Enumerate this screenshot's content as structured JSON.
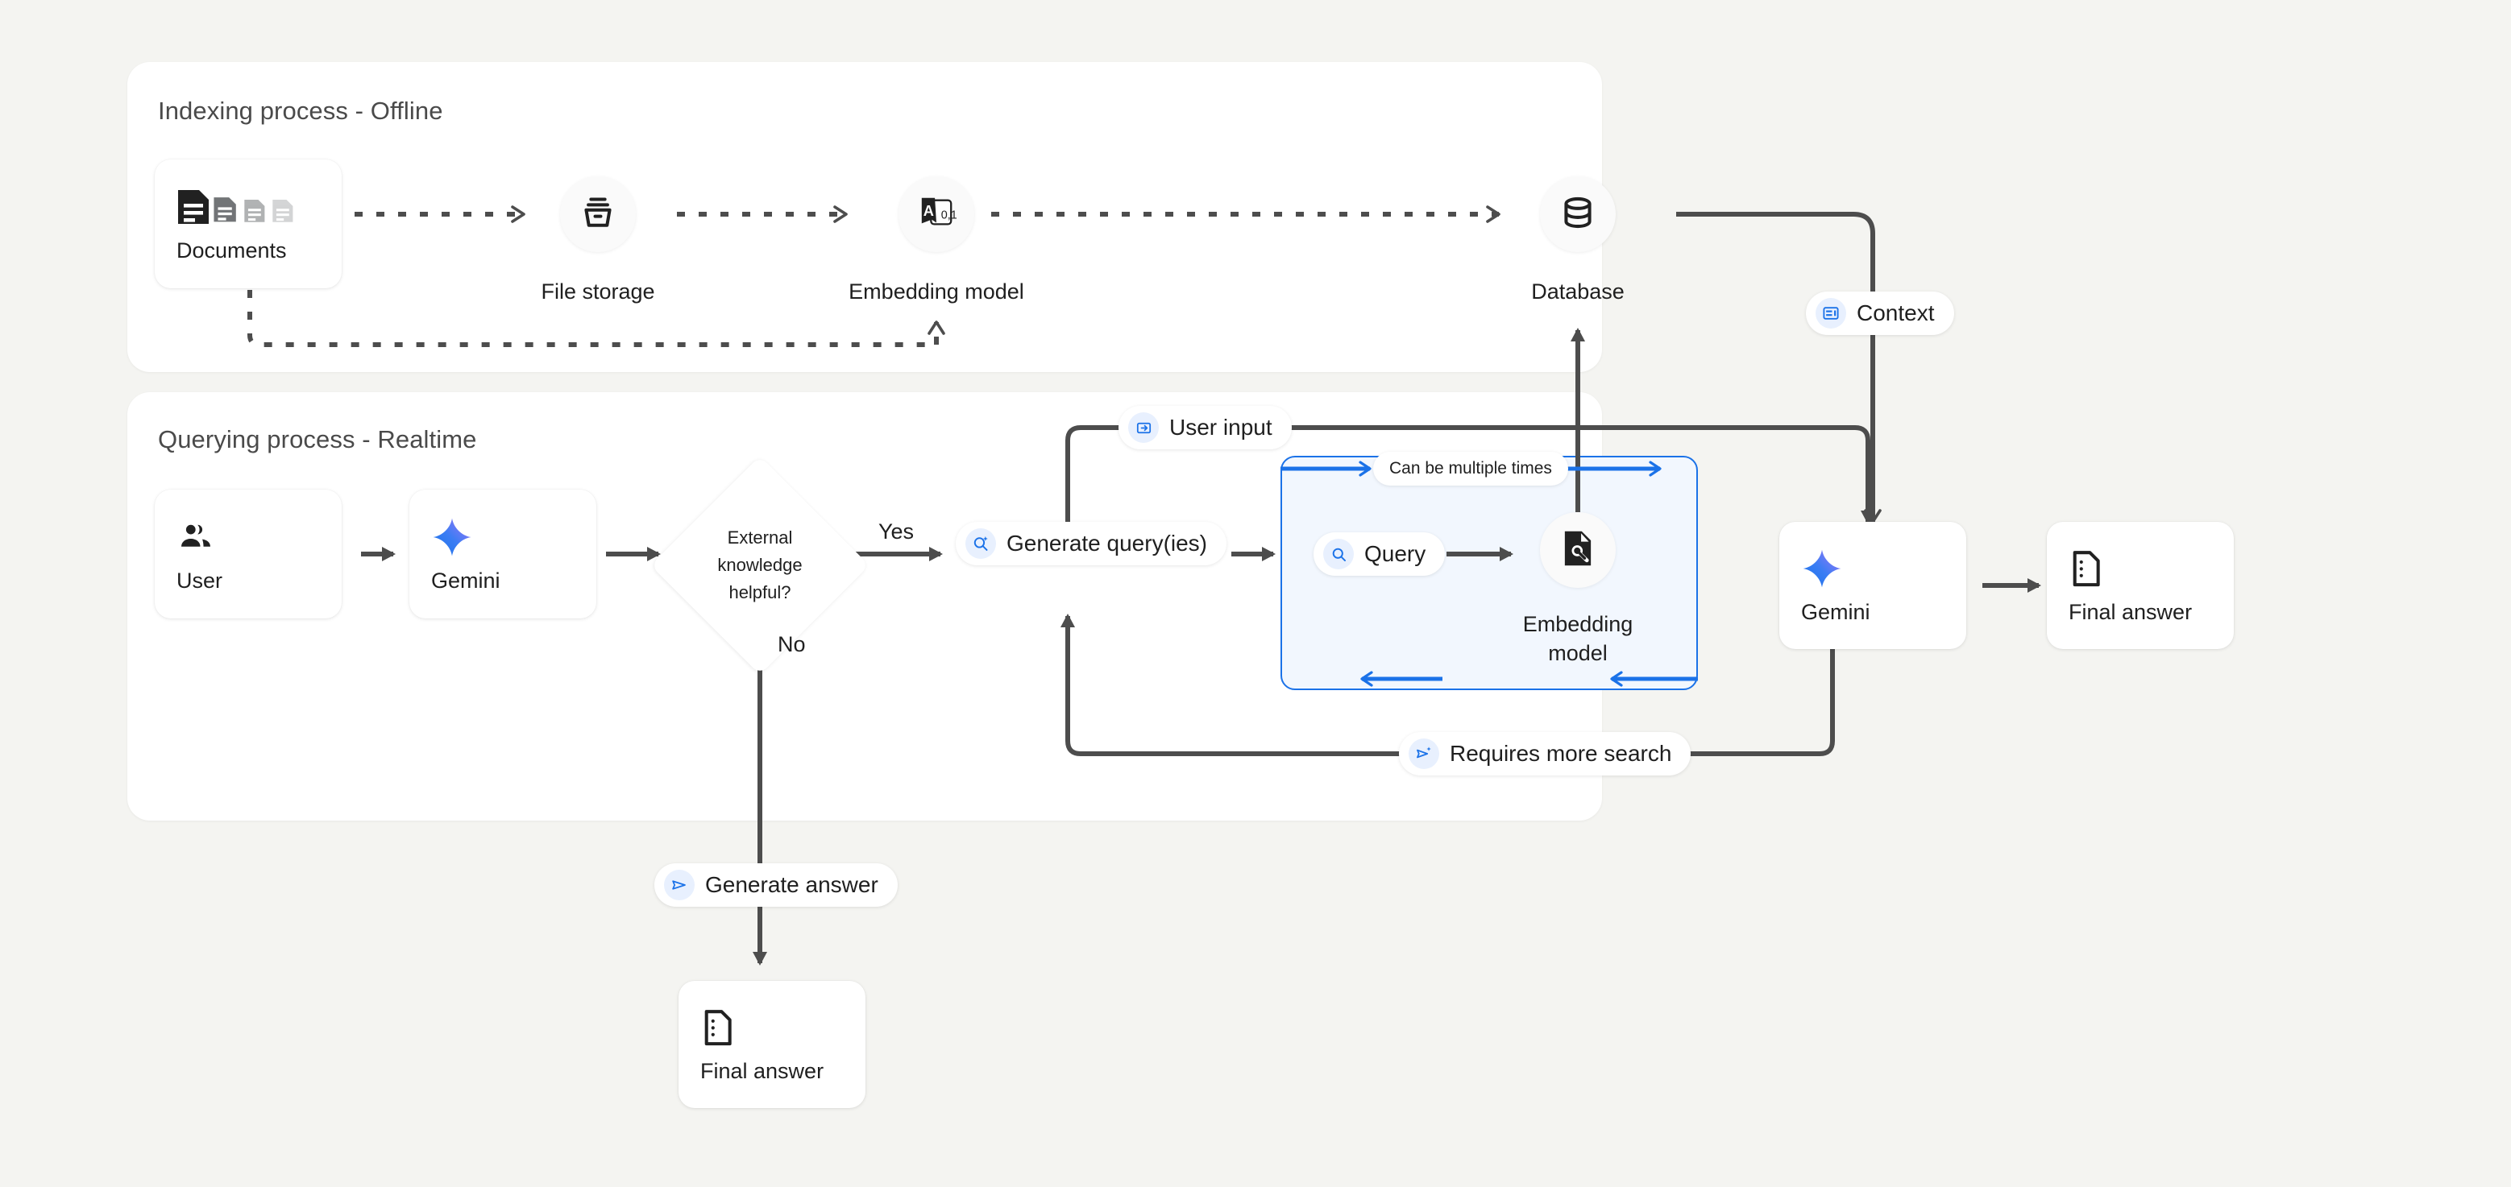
{
  "background_color": "#f4f4f1",
  "accent_blue": "#1b72e8",
  "accent_purple": "#9b72f5",
  "line_color": "#4d4d4d",
  "panels": [
    {
      "id": "indexing",
      "title": "Indexing process - Offline"
    },
    {
      "id": "querying",
      "title": "Querying process - Realtime"
    }
  ],
  "indexing": {
    "documents": {
      "label": "Documents",
      "icon": "documents-icon"
    },
    "file_storage": {
      "label": "File storage",
      "icon": "archive-icon"
    },
    "embedding_model": {
      "label": "Embedding model",
      "icon": "text-to-vector-icon"
    },
    "database": {
      "label": "Database",
      "icon": "database-icon"
    }
  },
  "querying": {
    "user": {
      "label": "User",
      "icon": "people-icon"
    },
    "gemini_left": {
      "label": "Gemini",
      "icon": "gemini-spark-icon"
    },
    "decision": {
      "label": "External\nknowledge\nhelpful?"
    },
    "yes_label": "Yes",
    "no_label": "No",
    "generate_queries": {
      "label": "Generate query(ies)",
      "icon": "search-spark-icon"
    },
    "loop_note": {
      "label": "Can be multiple times"
    },
    "query": {
      "label": "Query",
      "icon": "search-icon"
    },
    "embedding_model": {
      "label": "Embedding\nmodel",
      "icon": "document-search-icon"
    },
    "gemini_right": {
      "label": "Gemini",
      "icon": "gemini-spark-icon"
    },
    "final_answer_right": {
      "label": "Final answer",
      "icon": "answer-doc-icon"
    },
    "user_input": {
      "label": "User input",
      "icon": "login-icon"
    },
    "requires_more_search": {
      "label": "Requires more search",
      "icon": "send-spark-icon"
    },
    "context": {
      "label": "Context",
      "icon": "context-card-icon"
    },
    "generate_answer": {
      "label": "Generate answer",
      "icon": "send-icon"
    },
    "final_answer_bottom": {
      "label": "Final answer",
      "icon": "answer-doc-icon"
    }
  }
}
